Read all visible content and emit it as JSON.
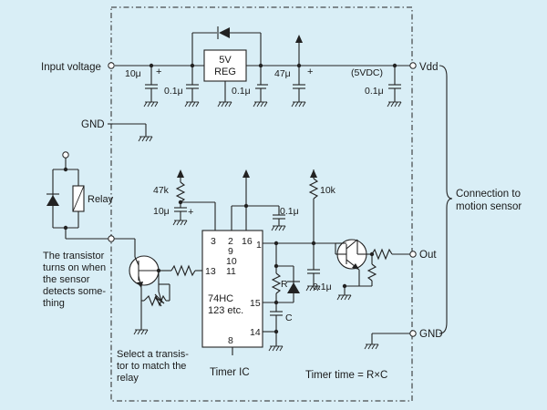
{
  "labels": {
    "input_voltage": "Input voltage",
    "c_input": "10μ",
    "plus": "+",
    "c2": "0.1μ",
    "reg_line1": "5V",
    "reg_line2": "REG",
    "c3": "0.1μ",
    "c4": "47μ",
    "vdc": "(5VDC)",
    "c5": "0.1μ",
    "vdd": "Vdd",
    "gnd": "GND",
    "relay": "Relay",
    "r47k": "47k",
    "c10u": "10μ",
    "c_pin16": "0.1μ",
    "r10k": "10k",
    "r": "R",
    "c_out": "0.1μ",
    "c": "C",
    "ic_line1": "74HC",
    "ic_line2": "123 etc.",
    "timer_ic": "Timer IC",
    "out": "Out",
    "conn_line1": "Connection to",
    "conn_line2": "motion sensor",
    "timer_time": "Timer time = R×C"
  },
  "pins": {
    "p3": "3",
    "p2": "2",
    "p9": "9",
    "p10": "10",
    "p16": "16",
    "p1": "1",
    "p13": "13",
    "p11": "11",
    "p15": "15",
    "p14": "14",
    "p8": "8"
  },
  "notes": {
    "transistor": [
      "The transistor",
      "turns on when",
      "the sensor",
      "detects some-",
      "thing"
    ],
    "select": [
      "Select a transis-",
      "tor to match the",
      "relay"
    ]
  },
  "colors": {
    "background": "#d9eef6",
    "line": "#222222"
  }
}
